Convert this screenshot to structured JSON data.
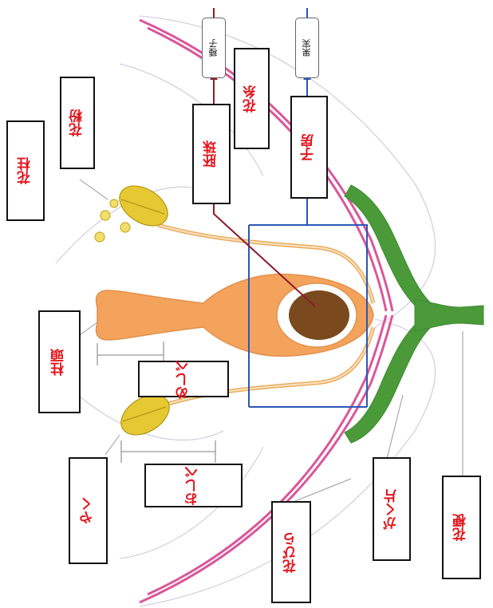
{
  "labels": {
    "kachuu": "花柱",
    "kafun": "花粉",
    "haishu": "胚珠",
    "kashi": "花糸",
    "shibou": "子房",
    "chuutou": "柱頭",
    "meshibe": "めしべ",
    "yaku": "やく",
    "oshibe": "おしべ",
    "kaben": "花びら",
    "gakuhen": "がく片",
    "kahei": "花梗"
  },
  "tags": {
    "shushi": "種子",
    "kajitsu": "果実"
  },
  "colors": {
    "label_text": "#e3141c",
    "petal_pink": "#d9579a",
    "sepal_green": "#4a9a3a",
    "anther_yellow": "#e6c832",
    "pistil_orange": "#f3a35c",
    "ovule_brown": "#7a4a1e",
    "ovule_line": "#8c1c2c",
    "ovary_line": "#2a56b8"
  }
}
